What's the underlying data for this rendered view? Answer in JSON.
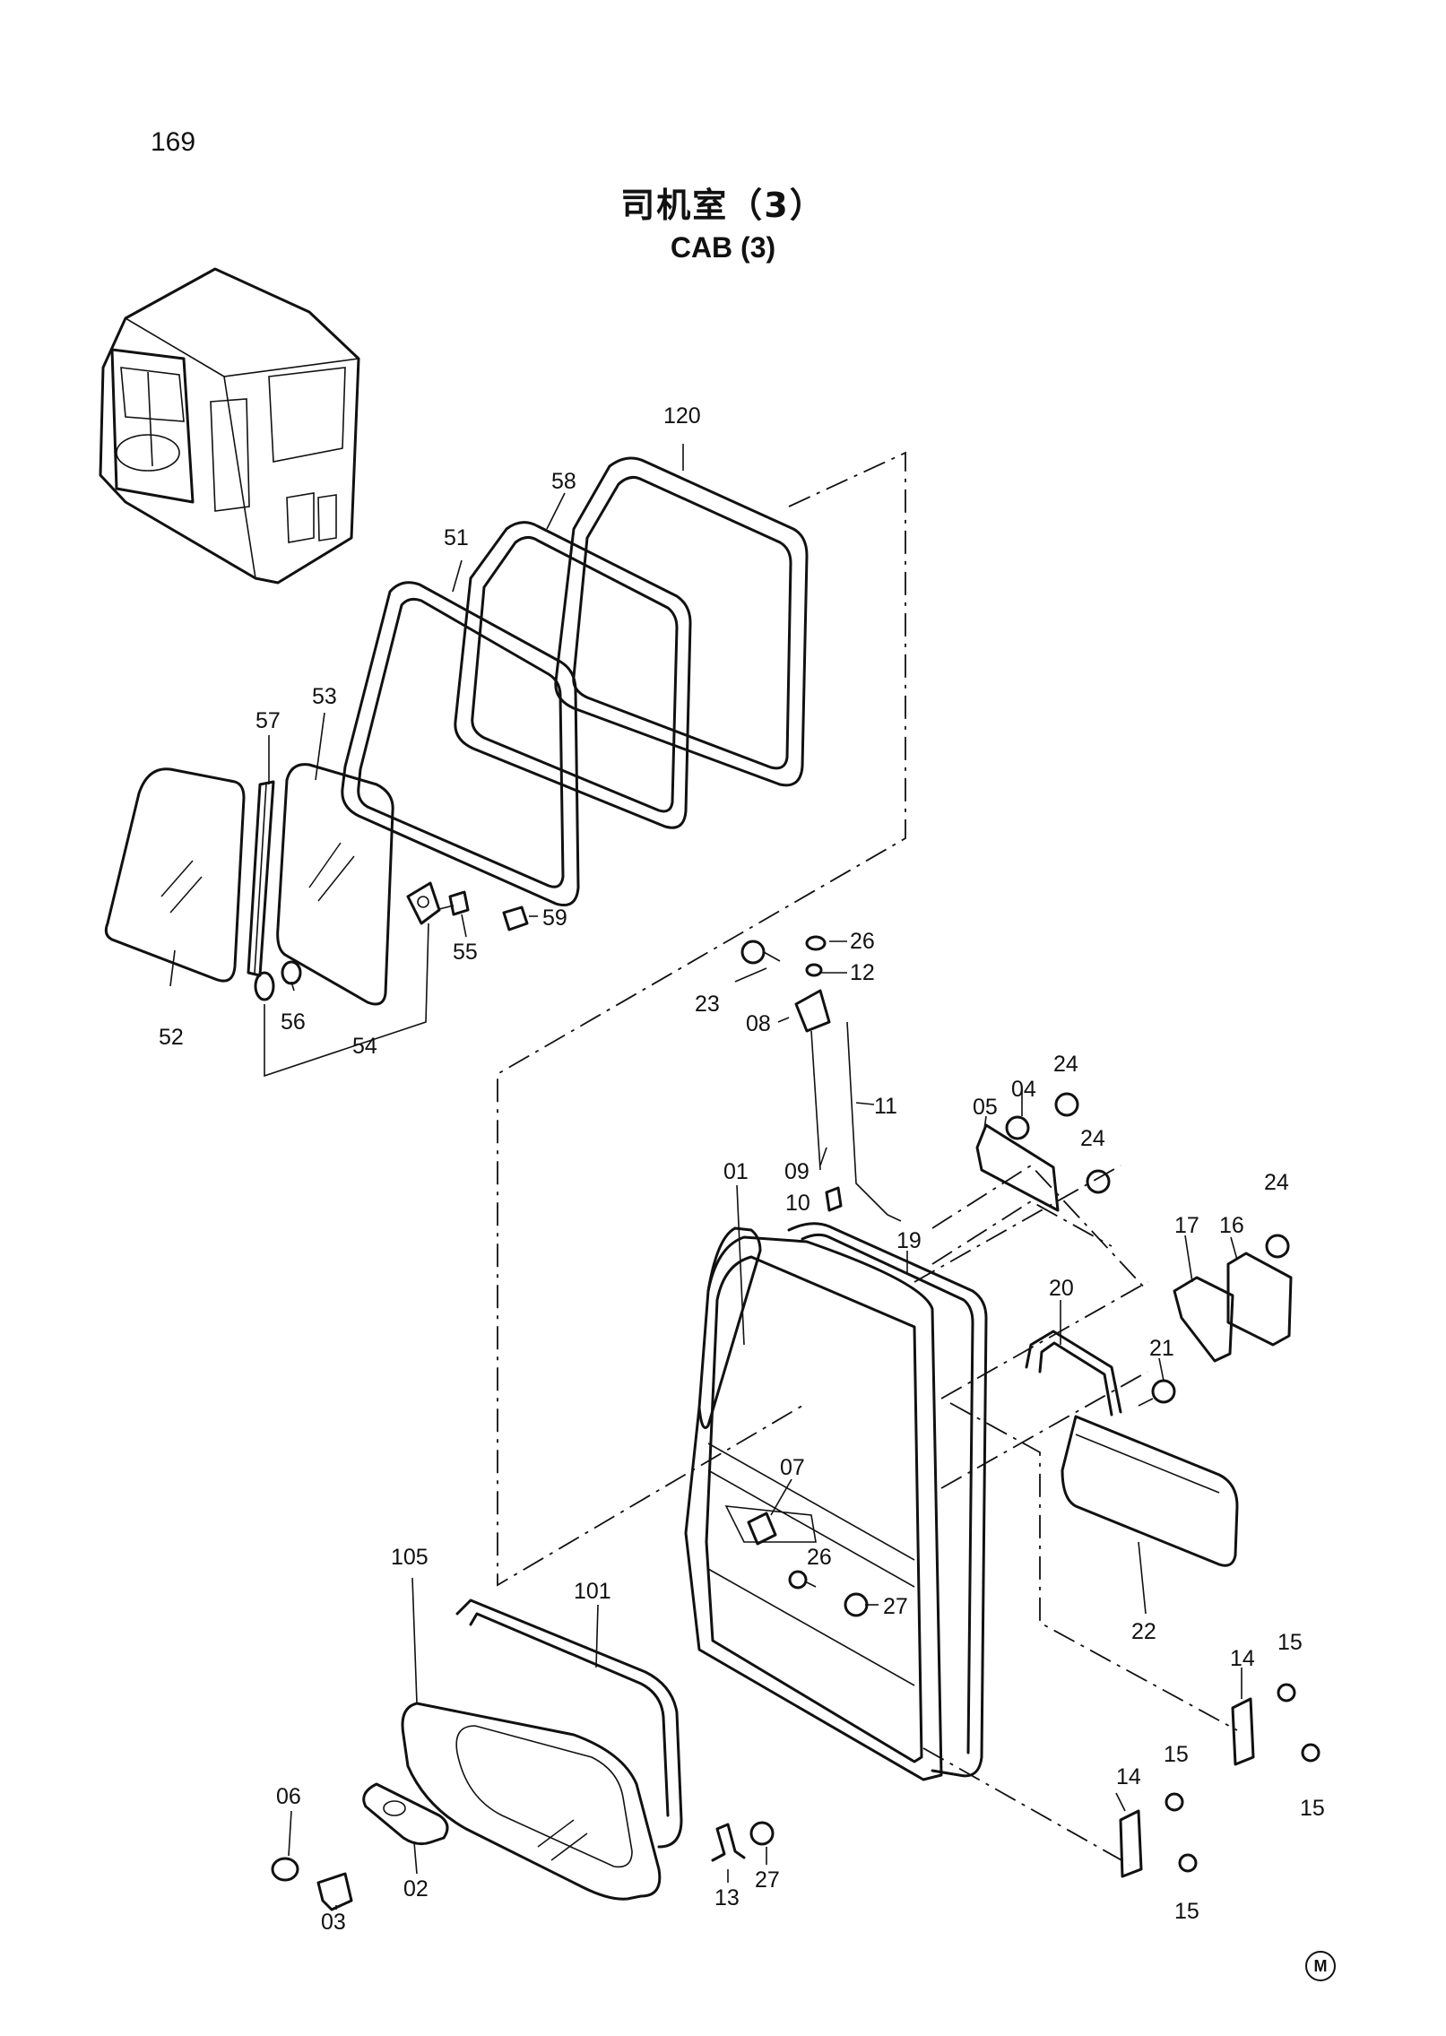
{
  "page_number": "169",
  "title_cn": "司机室（3）",
  "title_en": "CAB (3)",
  "corner_mark": "M",
  "callouts": {
    "p120": "120",
    "p58": "58",
    "p51": "51",
    "p53": "53",
    "p57": "57",
    "p52": "52",
    "p56": "56",
    "p54": "54",
    "p55": "55",
    "p59": "59",
    "p26a": "26",
    "p12": "12",
    "p23": "23",
    "p08": "08",
    "p11": "11",
    "p09": "09",
    "p10": "10",
    "p24a": "24",
    "p04": "04",
    "p05": "05",
    "p24b": "24",
    "p24c": "24",
    "p01": "01",
    "p19": "19",
    "p17": "17",
    "p16": "16",
    "p20": "20",
    "p21": "21",
    "p07": "07",
    "p26b": "26",
    "p27a": "27",
    "p22": "22",
    "p105": "105",
    "p101": "101",
    "p06": "06",
    "p02": "02",
    "p03": "03",
    "p13": "13",
    "p27b": "27",
    "p14a": "14",
    "p15a": "15",
    "p15b": "15",
    "p14b": "14",
    "p15c": "15",
    "p15d": "15"
  }
}
